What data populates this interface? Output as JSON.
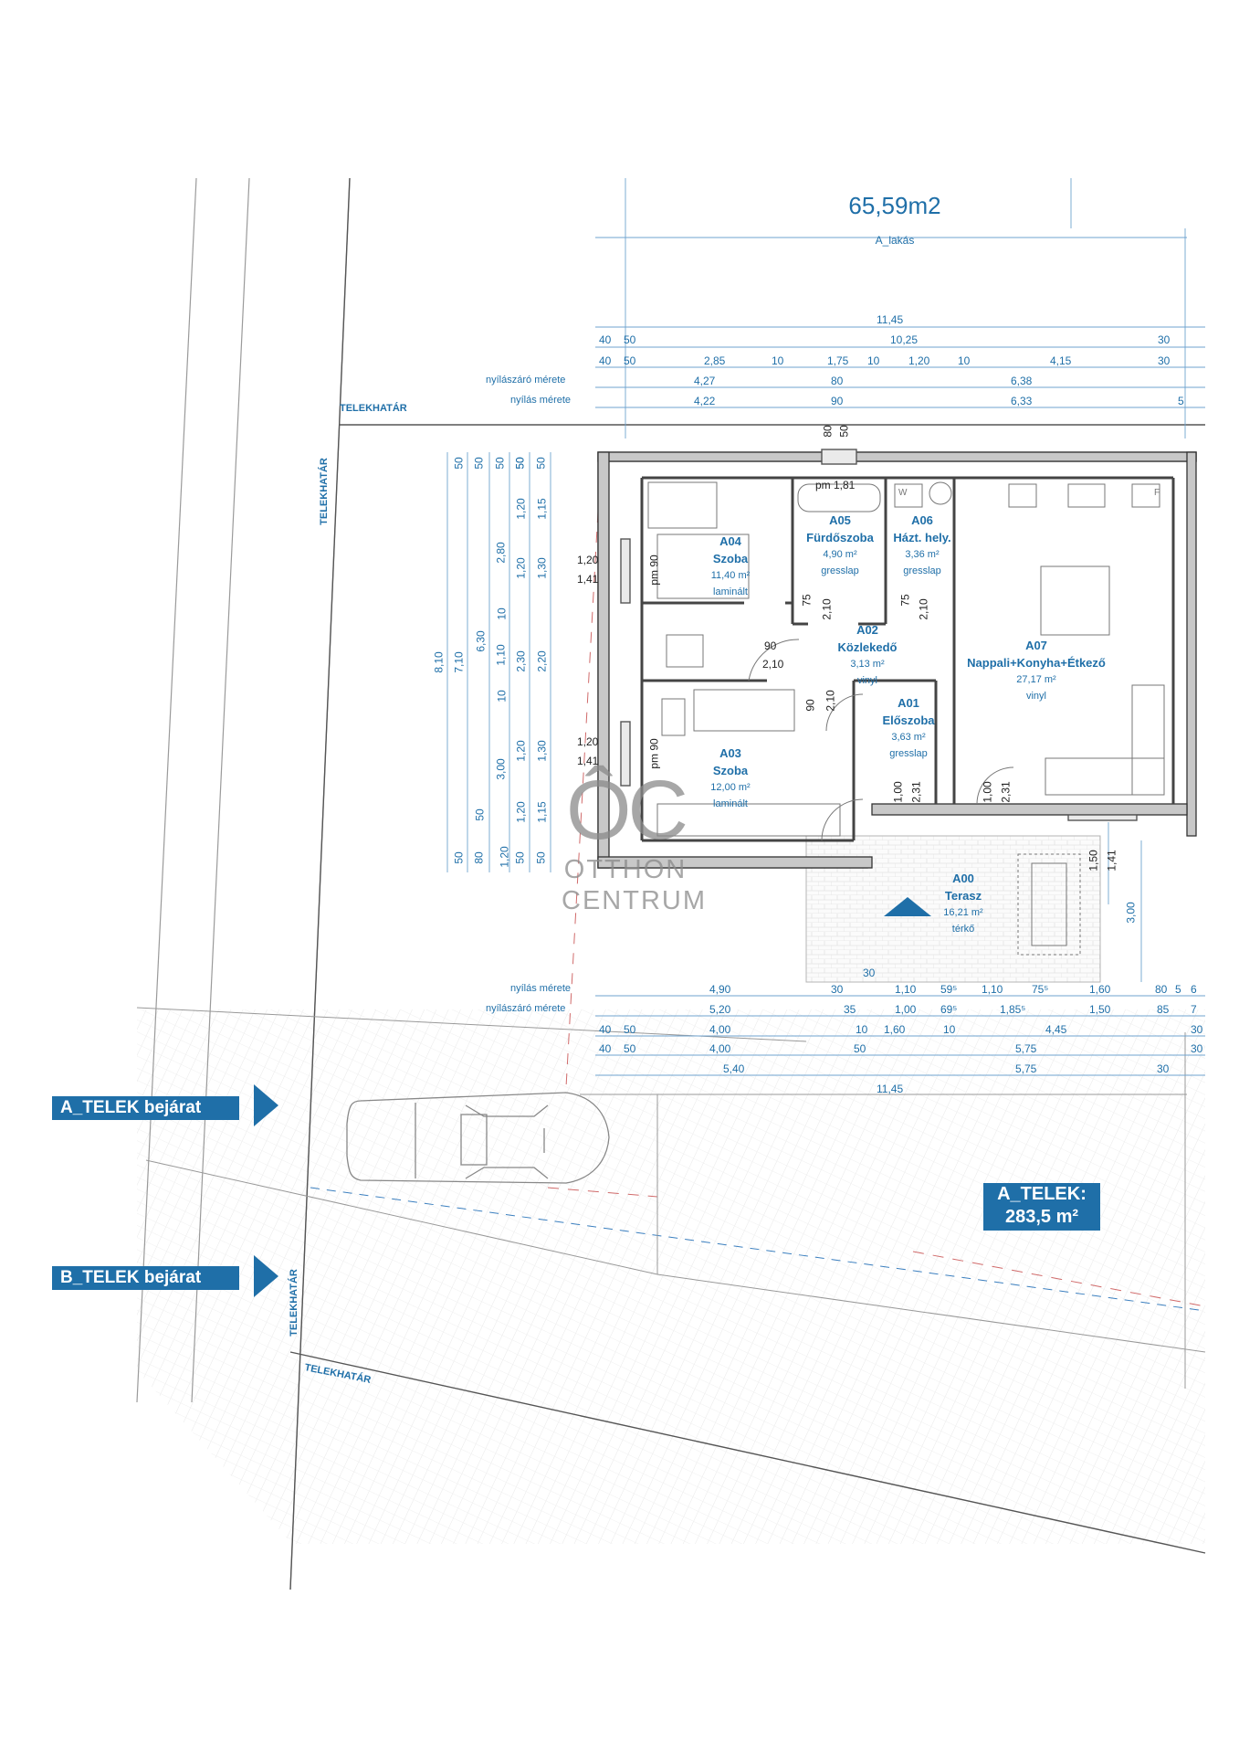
{
  "header": {
    "area_total": "65,59m2",
    "unit_label": "A_lakás"
  },
  "colors": {
    "accent": "#1f6fa8",
    "room_label": "#1f6fa8",
    "dim_line": "#2a6ba0",
    "wall": "#444444",
    "logo": "#8a8a8a"
  },
  "dimensions_top": {
    "row1": [
      "11,45"
    ],
    "row2": [
      "40",
      "50",
      "10,25",
      "30"
    ],
    "row3": [
      "40",
      "50",
      "2,85",
      "10",
      "1,75",
      "10",
      "1,20",
      "10",
      "4,15",
      "30"
    ],
    "row4_label": "nyílászáró mérete",
    "row4": [
      "4,27",
      "80",
      "6,38"
    ],
    "row5_label": "nyílás mérete",
    "row5": [
      "4,22",
      "90",
      "6,33",
      "5"
    ]
  },
  "dimensions_left": {
    "col1": [
      "50",
      "8,10",
      "50"
    ],
    "col2": [
      "50",
      "7,10",
      "80"
    ],
    "col3": [
      "50",
      "6,30",
      "50",
      "3,00"
    ],
    "col4": [
      "50",
      "2,80",
      "10",
      "1,10",
      "10",
      "1,20",
      "50"
    ],
    "col5": [
      "50",
      "1,20",
      "1,20",
      "2,30",
      "1,20",
      "1,20",
      "50"
    ],
    "col6": [
      "50",
      "1,15",
      "1,30",
      "2,20",
      "1,30",
      "1,15",
      "50"
    ]
  },
  "dimensions_bottom": {
    "row1_label": "nyílás mérete",
    "row1": [
      "4,90",
      "30",
      "1,10",
      "59⁵",
      "1,10",
      "75⁵",
      "1,60",
      "80",
      "5",
      "6"
    ],
    "row2_label": "nyílászáró mérete",
    "row2": [
      "5,20",
      "35",
      "1,00",
      "69⁵",
      "1,85⁵",
      "1,50",
      "85",
      "7"
    ],
    "row3": [
      "40",
      "50",
      "4,00",
      "10",
      "1,60",
      "10",
      "4,45",
      "30"
    ],
    "row4": [
      "40",
      "50",
      "4,00",
      "50",
      "5,75",
      "30"
    ],
    "row5": [
      "5,40",
      "5,75",
      "30"
    ],
    "row6": [
      "11,45"
    ],
    "terrace_dim": "30"
  },
  "rooms": [
    {
      "code": "A04",
      "name": "Szoba",
      "area": "11,40 m²",
      "floor": "laminált"
    },
    {
      "code": "A05",
      "name": "Fürdőszoba",
      "area": "4,90 m²",
      "floor": "gresslap"
    },
    {
      "code": "A06",
      "name": "Házt. hely.",
      "area": "3,36 m²",
      "floor": "gresslap"
    },
    {
      "code": "A02",
      "name": "Közlekedő",
      "area": "3,13 m²",
      "floor": "vinyl"
    },
    {
      "code": "A07",
      "name": "Nappali+Konyha+Étkező",
      "area": "27,17 m²",
      "floor": "vinyl"
    },
    {
      "code": "A01",
      "name": "Előszoba",
      "area": "3,63 m²",
      "floor": "gresslap"
    },
    {
      "code": "A03",
      "name": "Szoba",
      "area": "12,00 m²",
      "floor": "laminált"
    },
    {
      "code": "A00",
      "name": "Terasz",
      "area": "16,21 m²",
      "floor": "térkő"
    }
  ],
  "openings": {
    "window_top": [
      "80",
      "50"
    ],
    "pm_top": "pm 1,81",
    "left_window_1": [
      "1,20",
      "1,41"
    ],
    "left_window_2": [
      "1,20",
      "1,41"
    ],
    "pm_left_1": "pm 90",
    "pm_left_2": "pm 90",
    "door_a02": [
      "90",
      "2,10"
    ],
    "door_a03": [
      "90",
      "2,10"
    ],
    "door_a05": [
      "75",
      "2,10"
    ],
    "door_a06": [
      "75",
      "2,10"
    ],
    "door_a01": [
      "1,00",
      "2,31"
    ],
    "door_a07": [
      "1,00",
      "2,31"
    ],
    "right_terrace": [
      "1,50",
      "1,41"
    ],
    "right_terrace_dim": "3,00",
    "appliance_w": "W",
    "appliance_f": "F"
  },
  "boundary_labels": [
    "TELEKHATÁR",
    "TELEKHATÁR",
    "TELEKHATÁR",
    "TELEKHATÁR"
  ],
  "entrances": {
    "a_telek": "A_TELEK bejárat",
    "b_telek": "B_TELEK bejárat"
  },
  "plot": {
    "title": "A_TELEK:",
    "area": "283,5 m²"
  },
  "logo": {
    "mark": "ÔC",
    "line1": "OTTHON",
    "line2": "CENTRUM"
  }
}
